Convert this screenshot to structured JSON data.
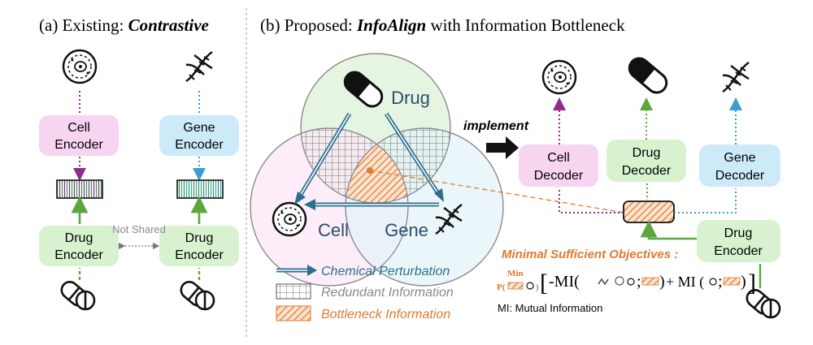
{
  "panel_a": {
    "title_prefix": "(a) Existing: ",
    "title_emph": "Contrastive",
    "cell_encoder": [
      "Cell",
      "Encoder"
    ],
    "gene_encoder": [
      "Gene",
      "Encoder"
    ],
    "drug_encoder_left": [
      "Drug",
      "Encoder"
    ],
    "drug_encoder_right": [
      "Drug",
      "Encoder"
    ],
    "not_shared": "Not Shared"
  },
  "panel_b": {
    "title_prefix": "(b) Proposed: ",
    "title_emph": "InfoAlign",
    "title_suffix": " with Information Bottleneck",
    "venn": {
      "drug": "Drug",
      "cell": "Cell",
      "gene": "Gene"
    },
    "implement": "implement",
    "cell_decoder": [
      "Cell",
      "Decoder"
    ],
    "drug_decoder": [
      "Drug",
      "Decoder"
    ],
    "gene_decoder": [
      "Gene",
      "Decoder"
    ],
    "drug_encoder": [
      "Drug",
      "Encoder"
    ],
    "legend": {
      "chemical": "Chemical Perturbation",
      "redundant": "Redundant Information",
      "bottleneck": "Bottleneck Information"
    },
    "objective": {
      "heading": "Minimal Sufficient Objectives :",
      "min": "Min",
      "p": "P(",
      "p_close": ")",
      "bracket_open": "[",
      "neg_mi": "-MI(",
      "semi1": ";",
      "close1": ")",
      "plus_mi": "+ MI (",
      "semi2": ";",
      "close2": ")",
      "bracket_close": "]",
      "mi_note": "MI: Mutual Information"
    }
  },
  "colors": {
    "cell": "#f7d4ef",
    "gene": "#cdeaf8",
    "drug": "#d8f2d0",
    "orange": "#e07a2f",
    "teal": "#2b6f8e",
    "purple": "#8e2a90",
    "green": "#5aa83c",
    "blue_dot": "#3a9fd0"
  }
}
